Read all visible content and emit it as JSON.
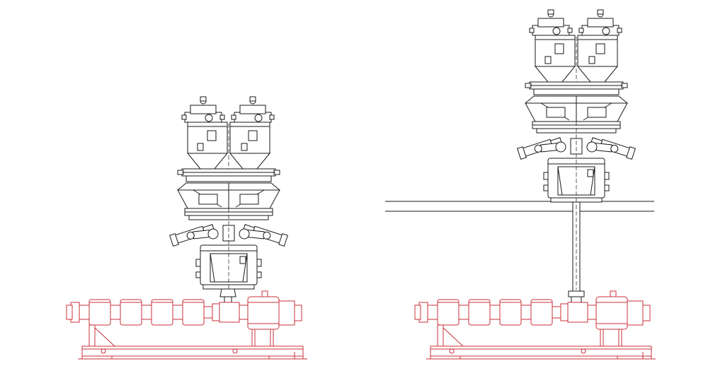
{
  "diagram": {
    "views": [
      {
        "id": "left",
        "mounting": "direct-on-extruder"
      },
      {
        "id": "right",
        "mounting": "on-platform-with-downpipe"
      }
    ],
    "colors": {
      "doser": "#1a1a1a",
      "extruder": "#c8303a"
    }
  }
}
